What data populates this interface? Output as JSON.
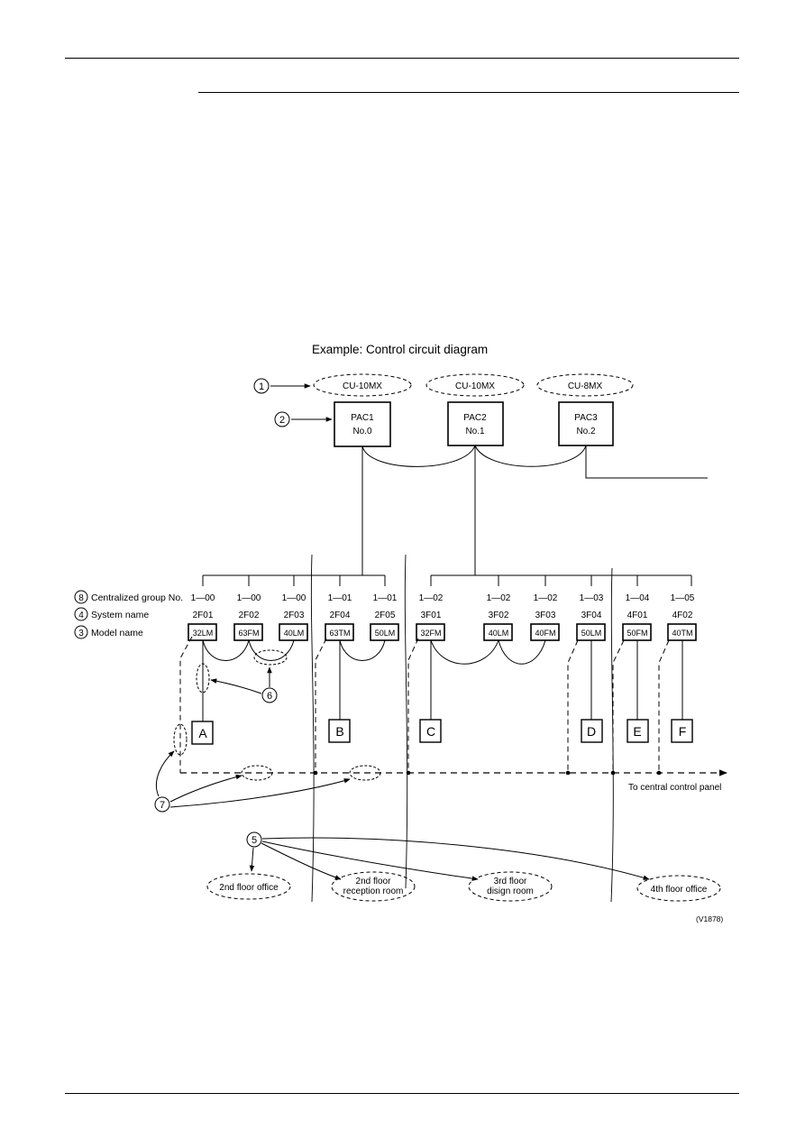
{
  "diagram": {
    "title": "Example: Control circuit diagram",
    "legend": [
      {
        "num": "8",
        "label": "Centralized group No."
      },
      {
        "num": "4",
        "label": "System name"
      },
      {
        "num": "3",
        "label": "Model name"
      }
    ],
    "callout_1": "1",
    "callout_2": "2",
    "callout_5": "5",
    "callout_6": "6",
    "callout_7": "7",
    "controllers": [
      {
        "model": "CU-10MX",
        "line1": "PAC1",
        "line2": "No.0"
      },
      {
        "model": "CU-10MX",
        "line1": "PAC2",
        "line2": "No.1"
      },
      {
        "model": "CU-8MX",
        "line1": "PAC3",
        "line2": "No.2"
      }
    ],
    "units": [
      {
        "group": "1—00",
        "system": "2F01",
        "model": "32LM"
      },
      {
        "group": "1—00",
        "system": "2F02",
        "model": "63FM"
      },
      {
        "group": "1—00",
        "system": "2F03",
        "model": "40LM"
      },
      {
        "group": "1—01",
        "system": "2F04",
        "model": "63TM"
      },
      {
        "group": "1—01",
        "system": "2F05",
        "model": "50LM"
      },
      {
        "group": "1—02",
        "system": "3F01",
        "model": "32FM"
      },
      {
        "group": "1—02",
        "system": "3F02",
        "model": "40LM"
      },
      {
        "group": "1—02",
        "system": "3F03",
        "model": "40FM"
      },
      {
        "group": "1—03",
        "system": "3F04",
        "model": "50LM"
      },
      {
        "group": "1—04",
        "system": "4F01",
        "model": "50FM"
      },
      {
        "group": "1—05",
        "system": "4F02",
        "model": "40TM"
      }
    ],
    "remotes": [
      "A",
      "B",
      "C",
      "D",
      "E",
      "F"
    ],
    "to_central": "To central control panel",
    "rooms": [
      {
        "line1": "2nd floor office",
        "line2": ""
      },
      {
        "line1": "2nd floor",
        "line2": "reception room"
      },
      {
        "line1": "3rd floor",
        "line2": "disign room"
      },
      {
        "line1": "4th floor office",
        "line2": ""
      }
    ],
    "figure_code": "(V1878)"
  }
}
